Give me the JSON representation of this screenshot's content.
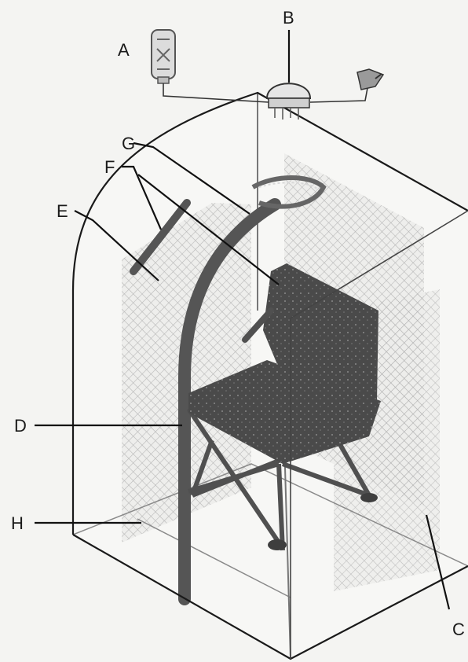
{
  "figure": {
    "labels": {
      "a": "A",
      "b": "B",
      "c": "C",
      "d": "D",
      "e": "E",
      "f": "F",
      "g": "G",
      "h": "H"
    }
  },
  "colors": {
    "background": "#f4f4f2",
    "outline": "#1a1a1a",
    "mesh": "#a9a9a9",
    "chair": "#4a4a4a",
    "pole": "#555555"
  }
}
